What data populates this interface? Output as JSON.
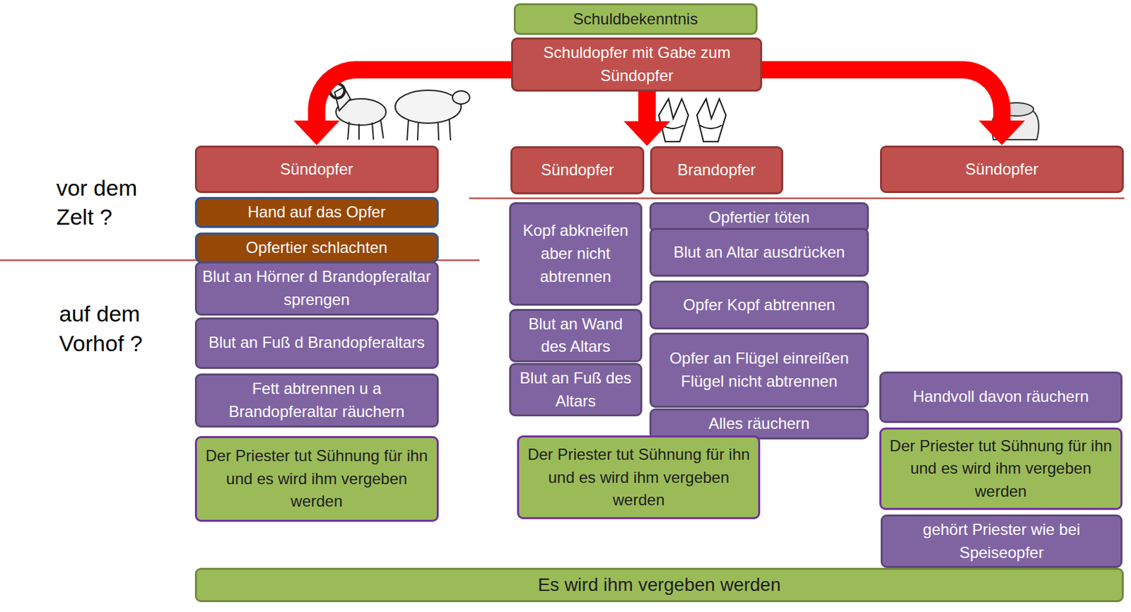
{
  "diagram": {
    "nodes": [
      {
        "text": [
          "Schuldbekenntnis"
        ]
      },
      {
        "text": [
          "Schuldopfer mit Gabe zum Sündopfer"
        ]
      },
      {
        "text": [
          "Sündopfer"
        ]
      },
      {
        "text": [
          "Hand auf das Opfer"
        ]
      },
      {
        "text": [
          "Opfertier schlachten"
        ]
      },
      {
        "text": [
          "Blut an Hörner d Brandopferaltar sprengen"
        ]
      },
      {
        "text": [
          "Blut an Fuß d Brandopferaltars"
        ]
      },
      {
        "text": [
          "Fett abtrennen u a Brandopferaltar räuchern"
        ]
      },
      {
        "text": [
          "Der Priester tut Sühnung für ihn und es wird ihm vergeben werden"
        ]
      },
      {
        "text": [
          "Sündopfer"
        ]
      },
      {
        "text": [
          "Brandopfer"
        ]
      },
      {
        "text": [
          "Kopf abkneifen aber nicht abtrennen"
        ]
      },
      {
        "text": [
          "Blut an Wand des Altars"
        ]
      },
      {
        "text": [
          "Blut an Fuß des Altars"
        ]
      },
      {
        "text": [
          "Opfertier töten"
        ]
      },
      {
        "text": [
          "Blut an Altar ausdrücken"
        ]
      },
      {
        "text": [
          "Opfer Kopf abtrennen"
        ]
      },
      {
        "text": [
          "Opfer an Flügel einreißen Flügel nicht abtrennen"
        ]
      },
      {
        "text": [
          "Alles räuchern"
        ]
      },
      {
        "text": [
          "Der Priester tut Sühnung für ihn und es wird ihm vergeben werden"
        ]
      },
      {
        "text": [
          "Sündopfer"
        ]
      },
      {
        "text": [
          "Handvoll davon räuchern"
        ]
      },
      {
        "text": [
          "Der Priester tut Sühnung für ihn und es wird ihm vergeben werden"
        ]
      },
      {
        "text": [
          "gehört Priester wie bei Speiseopfer"
        ]
      },
      {
        "text": [
          "Es wird ihm vergeben werden"
        ]
      }
    ],
    "edges": [
      {
        "from": 1,
        "to": 2,
        "arrow": "to"
      },
      {
        "from": 1,
        "to": 9,
        "arrow": "to"
      },
      {
        "from": 1,
        "to": 10,
        "arrow": "to"
      },
      {
        "from": 1,
        "to": 20,
        "arrow": "to"
      }
    ],
    "labels": [
      "vor dem Zelt ?",
      "auf dem Vorhof ?"
    ]
  }
}
